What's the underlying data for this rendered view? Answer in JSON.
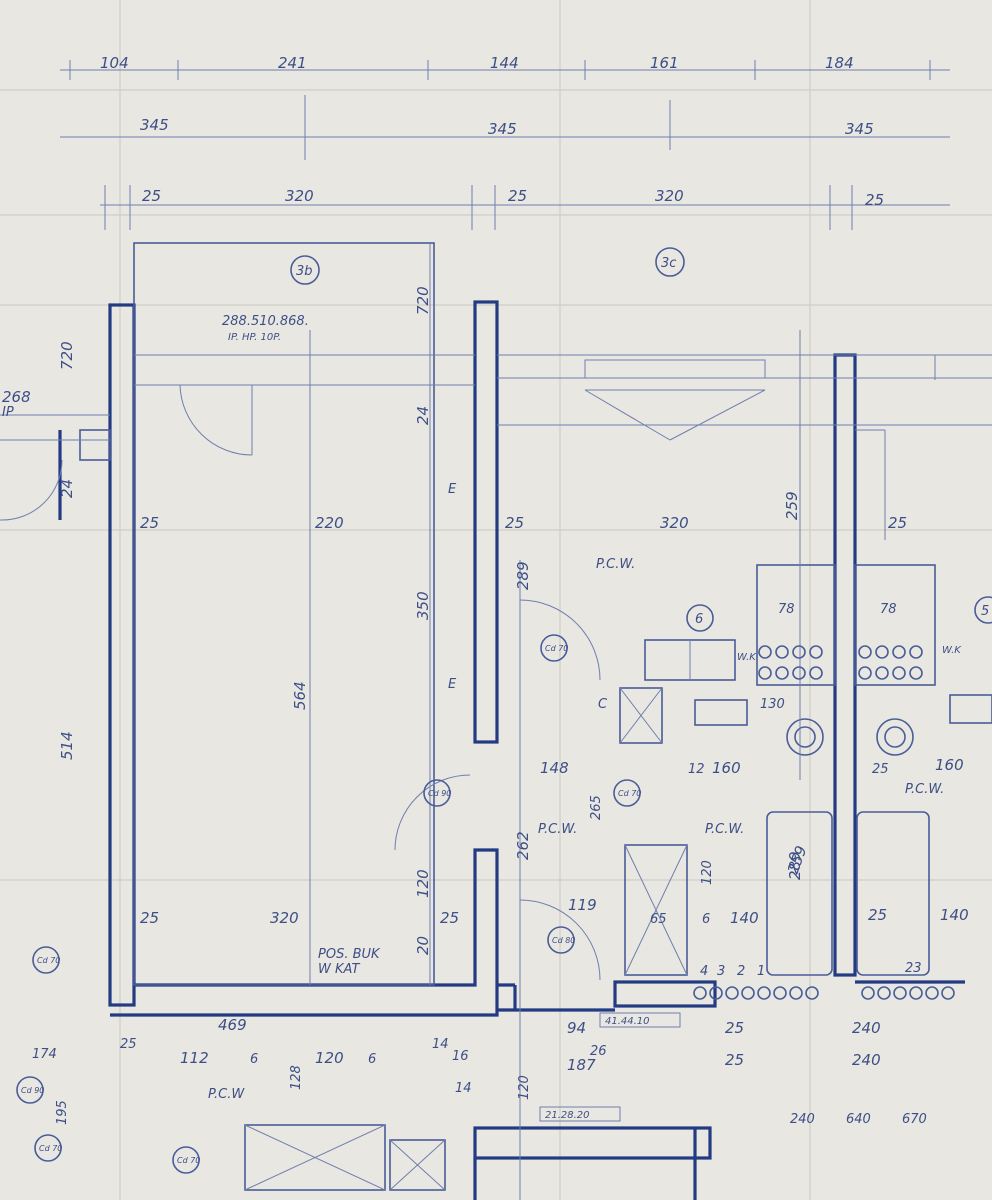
{
  "drawing": {
    "ink_color": "#2f4587",
    "paper_color": "#e9e7e1",
    "dims_top_row1": [
      "104",
      "241",
      "144",
      "161",
      "184"
    ],
    "dims_top_row2": [
      "345",
      "345",
      "345"
    ],
    "dims_top_row3": [
      "25",
      "320",
      "25",
      "320",
      "25"
    ],
    "room_tags": [
      "3b",
      "3c",
      "6",
      "5"
    ],
    "note_top": "288.510.868.",
    "note_top_sub": "IP. HP. 10P.",
    "left_dims": [
      "720",
      "514",
      "24",
      "268",
      "IP"
    ],
    "room_dims": [
      "25",
      "220",
      "25",
      "564",
      "320",
      "25",
      "25",
      "350",
      "720",
      "24",
      "289",
      "120",
      "20",
      "262",
      "289"
    ],
    "right_dims": [
      "320",
      "25",
      "259",
      "78",
      "78",
      "148",
      "12",
      "160",
      "160",
      "25",
      "120",
      "130",
      "265",
      "119",
      "65",
      "6",
      "140",
      "25",
      "140",
      "259",
      "4",
      "3",
      "2",
      "1",
      "23"
    ],
    "labels": [
      "P.C.W.",
      "P.C.W.",
      "P.C.W.",
      "P.C.W.",
      "P.C.W",
      "E",
      "E",
      "C",
      "W.K",
      "W.K"
    ],
    "door_tags": [
      "Cd 70",
      "Cd 90",
      "Cd 70",
      "Cd 80",
      "Cd 70",
      "Cd 90",
      "Cd 70",
      "Cd 70"
    ],
    "floor_note": "POS. BUK",
    "floor_note_sub": "W KAT",
    "bottom_dims": [
      "469",
      "94",
      "25",
      "240",
      "174",
      "112",
      "6",
      "120",
      "6",
      "187",
      "25",
      "240",
      "25",
      "195",
      "120",
      "14",
      "16",
      "14",
      "26",
      "128",
      "240",
      "640",
      "670"
    ],
    "bottom_notes": [
      "41.44.10",
      "21.28.20"
    ]
  }
}
